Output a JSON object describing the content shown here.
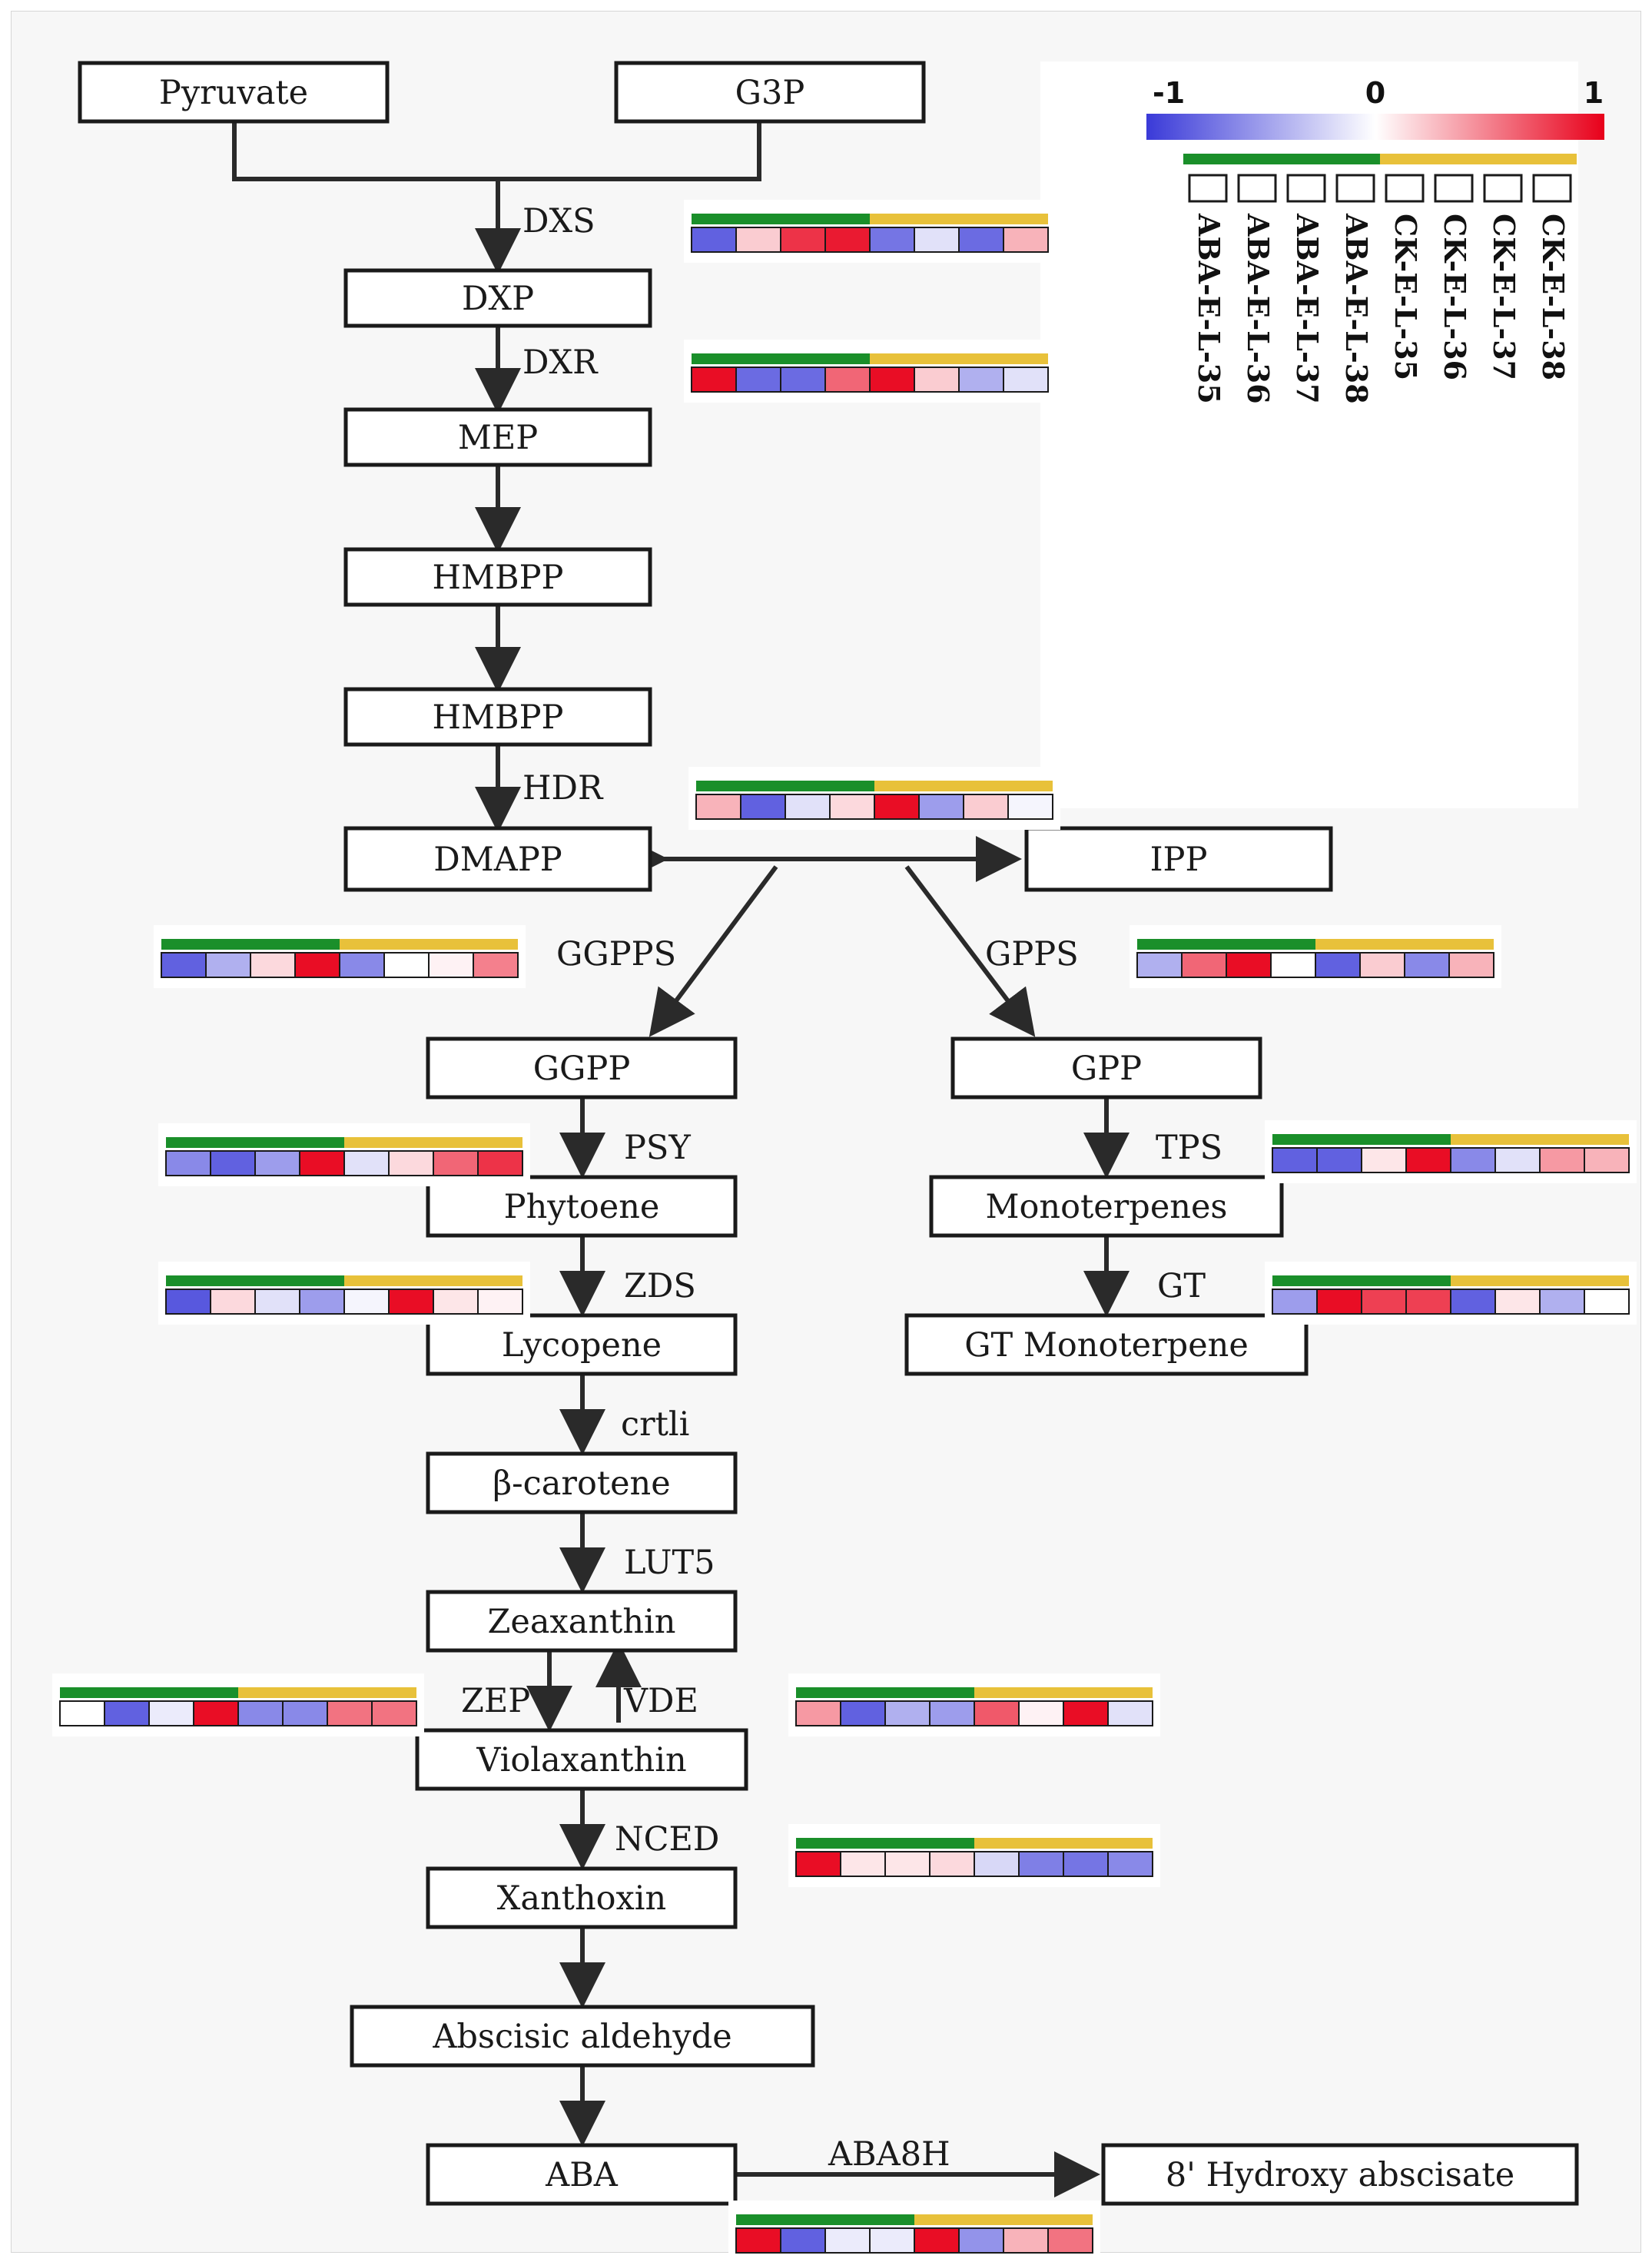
{
  "colors": {
    "low": "#3a3ad8",
    "mid": "#ffffff",
    "high": "#e8001a",
    "group_aba": "#1a8f2a",
    "group_ck": "#e8c13a",
    "line": "#2a2a2a"
  },
  "legend": {
    "scale_min": "-1",
    "scale_mid": "0",
    "scale_max": "1",
    "samples": [
      "ABA-E-L-35",
      "ABA-E-L-36",
      "ABA-E-L-37",
      "ABA-E-L-38",
      "CK-E-L-35",
      "CK-E-L-36",
      "CK-E-L-37",
      "CK-E-L-38"
    ]
  },
  "nodes": [
    {
      "id": "pyruvate",
      "label": "Pyruvate"
    },
    {
      "id": "g3p",
      "label": "G3P"
    },
    {
      "id": "dxp",
      "label": "DXP"
    },
    {
      "id": "mep",
      "label": "MEP"
    },
    {
      "id": "hmbpp1",
      "label": "HMBPP"
    },
    {
      "id": "hmbpp2",
      "label": "HMBPP"
    },
    {
      "id": "dmapp",
      "label": "DMAPP"
    },
    {
      "id": "ipp",
      "label": "IPP"
    },
    {
      "id": "ggpp",
      "label": "GGPP"
    },
    {
      "id": "gpp",
      "label": "GPP"
    },
    {
      "id": "phytoene",
      "label": "Phytoene"
    },
    {
      "id": "monoterpenes",
      "label": "Monoterpenes"
    },
    {
      "id": "lycopene",
      "label": "Lycopene"
    },
    {
      "id": "gt_monoterpene",
      "label": "GT Monoterpene"
    },
    {
      "id": "beta_carotene",
      "label": "β-carotene"
    },
    {
      "id": "zeaxanthin",
      "label": "Zeaxanthin"
    },
    {
      "id": "violaxanthin",
      "label": "Violaxanthin"
    },
    {
      "id": "xanthoxin",
      "label": "Xanthoxin"
    },
    {
      "id": "abscisic_aldehyde",
      "label": "Abscisic aldehyde"
    },
    {
      "id": "aba",
      "label": "ABA"
    },
    {
      "id": "hydroxy_abscisate",
      "label": "8' Hydroxy abscisate"
    }
  ],
  "enzymes": [
    {
      "id": "dxs",
      "label": "DXS",
      "values": [
        -0.8,
        0.2,
        0.8,
        0.9,
        -0.7,
        -0.15,
        -0.75,
        0.3
      ]
    },
    {
      "id": "dxr",
      "label": "DXR",
      "values": [
        0.95,
        -0.75,
        -0.75,
        0.6,
        0.95,
        0.2,
        -0.4,
        -0.15
      ]
    },
    {
      "id": "hdr",
      "label": "HDR",
      "values": [
        0.3,
        -0.8,
        -0.15,
        0.15,
        0.95,
        -0.5,
        0.2,
        -0.05
      ]
    },
    {
      "id": "ggpps",
      "label": "GGPPS",
      "values": [
        -0.8,
        -0.4,
        0.15,
        0.95,
        -0.6,
        0.0,
        0.05,
        0.5
      ]
    },
    {
      "id": "gpps",
      "label": "GPPS",
      "values": [
        -0.4,
        0.6,
        0.95,
        0.0,
        -0.8,
        0.2,
        -0.6,
        0.3
      ]
    },
    {
      "id": "psy",
      "label": "PSY",
      "values": [
        -0.6,
        -0.8,
        -0.5,
        0.95,
        -0.15,
        0.15,
        0.6,
        0.8
      ]
    },
    {
      "id": "tps",
      "label": "TPS",
      "values": [
        -0.8,
        -0.8,
        0.1,
        0.95,
        -0.6,
        -0.15,
        0.4,
        0.3
      ]
    },
    {
      "id": "zds",
      "label": "ZDS",
      "values": [
        -0.85,
        0.15,
        -0.15,
        -0.5,
        -0.05,
        0.95,
        0.1,
        0.05
      ]
    },
    {
      "id": "gt",
      "label": "GT",
      "values": [
        -0.5,
        0.95,
        0.75,
        0.75,
        -0.8,
        0.1,
        -0.4,
        0.0
      ]
    },
    {
      "id": "crtli",
      "label": "crtli"
    },
    {
      "id": "lut5",
      "label": "LUT5"
    },
    {
      "id": "zep",
      "label": "ZEP",
      "values": [
        0.0,
        -0.8,
        -0.1,
        0.95,
        -0.6,
        -0.6,
        0.55,
        0.55
      ]
    },
    {
      "id": "vde",
      "label": "VDE",
      "values": [
        0.4,
        -0.8,
        -0.4,
        -0.5,
        0.65,
        0.05,
        0.95,
        -0.15
      ]
    },
    {
      "id": "nced",
      "label": "NCED",
      "values": [
        0.95,
        0.1,
        0.1,
        0.15,
        -0.2,
        -0.65,
        -0.7,
        -0.6
      ]
    },
    {
      "id": "aba8h",
      "label": "ABA8H",
      "values": [
        0.95,
        -0.8,
        -0.1,
        -0.1,
        0.95,
        -0.55,
        0.3,
        0.55
      ]
    }
  ]
}
